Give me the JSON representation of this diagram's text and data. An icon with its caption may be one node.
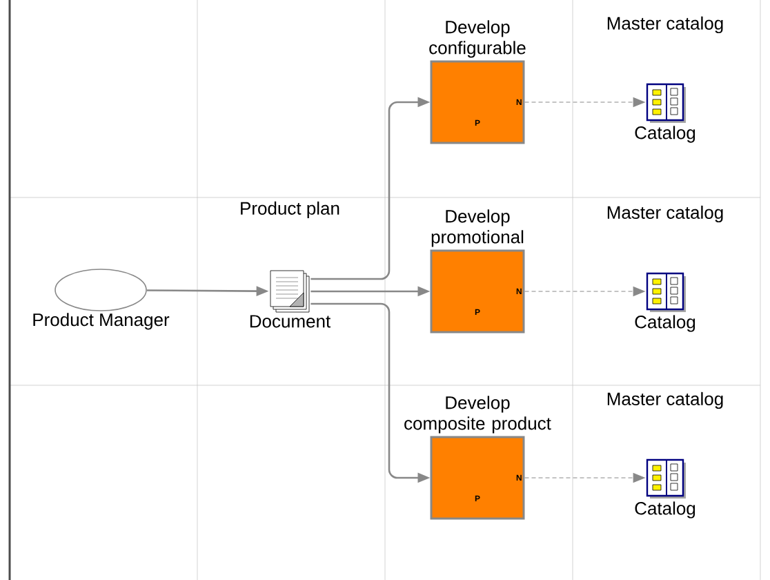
{
  "diagram": {
    "nodes": [
      {
        "text": [
          "Product Manager"
        ]
      },
      {
        "text": [
          "Product plan",
          "Document"
        ]
      },
      {
        "text": [
          "Develop configurable",
          "P",
          "N"
        ]
      },
      {
        "text": [
          "Master catalog",
          "Catalog"
        ]
      },
      {
        "text": [
          "Develop promotional",
          "P",
          "N"
        ]
      },
      {
        "text": [
          "Master catalog",
          "Catalog"
        ]
      },
      {
        "text": [
          "Develop composite product",
          "P",
          "N"
        ]
      },
      {
        "text": [
          "Master catalog",
          "Catalog"
        ]
      }
    ],
    "edges": [
      {
        "from": 0,
        "to": 1,
        "arrow": "to"
      },
      {
        "from": 1,
        "to": 2,
        "arrow": "to"
      },
      {
        "from": 1,
        "to": 4,
        "arrow": "to"
      },
      {
        "from": 1,
        "to": 6,
        "arrow": "to"
      },
      {
        "from": 2,
        "to": 3,
        "arrow": "to",
        "style": "dashed"
      },
      {
        "from": 4,
        "to": 5,
        "arrow": "to",
        "style": "dashed"
      },
      {
        "from": 6,
        "to": 7,
        "arrow": "to",
        "style": "dashed"
      }
    ]
  }
}
